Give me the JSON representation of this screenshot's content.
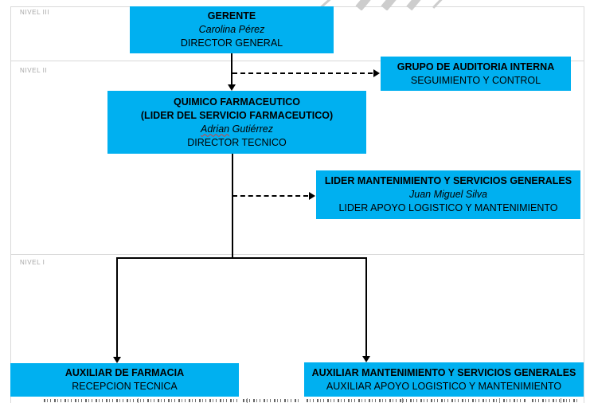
{
  "diagram": {
    "type": "organizational-chart",
    "colors": {
      "box_fill": "#00B0F0",
      "box_text": "#000000",
      "frame_border": "#d9d9d9",
      "level_label_text": "#a6a6a6",
      "connector": "#000000",
      "misspell_underline": "#e03c31",
      "watermark": "#cdcdcd"
    },
    "levels": {
      "level3": "NIVEL III",
      "level2": "NIVEL II",
      "level1": "NIVEL I"
    },
    "nodes": {
      "gerente": {
        "title": "GERENTE",
        "person": "Carolina Pérez",
        "role": "DIRECTOR GENERAL"
      },
      "auditoria": {
        "title": "GRUPO DE AUDITORIA INTERNA",
        "role": "SEGUIMIENTO Y CONTROL"
      },
      "quimico": {
        "title_line1": "QUIMICO FARMACEUTICO",
        "title_line2": "(LIDER DEL SERVICIO FARMACEUTICO)",
        "person_first": "Adrian",
        "person_rest": " Gutiérrez",
        "role": "DIRECTOR TECNICO"
      },
      "mantenimiento": {
        "title": "LIDER MANTENIMIENTO Y SERVICIOS GENERALES",
        "person": "Juan Miguel Silva",
        "role": "LIDER APOYO LOGISTICO Y MANTENIMIENTO"
      },
      "aux_farmacia": {
        "title": "AUXILIAR DE FARMACIA",
        "role": "RECEPCION TECNICA"
      },
      "aux_mantenimiento": {
        "title": "AUXILIAR MANTENIMIENTO Y SERVICIOS GENERALES",
        "role": "AUXILIAR APOYO LOGISTICO Y MANTENIMIENTO"
      }
    }
  }
}
